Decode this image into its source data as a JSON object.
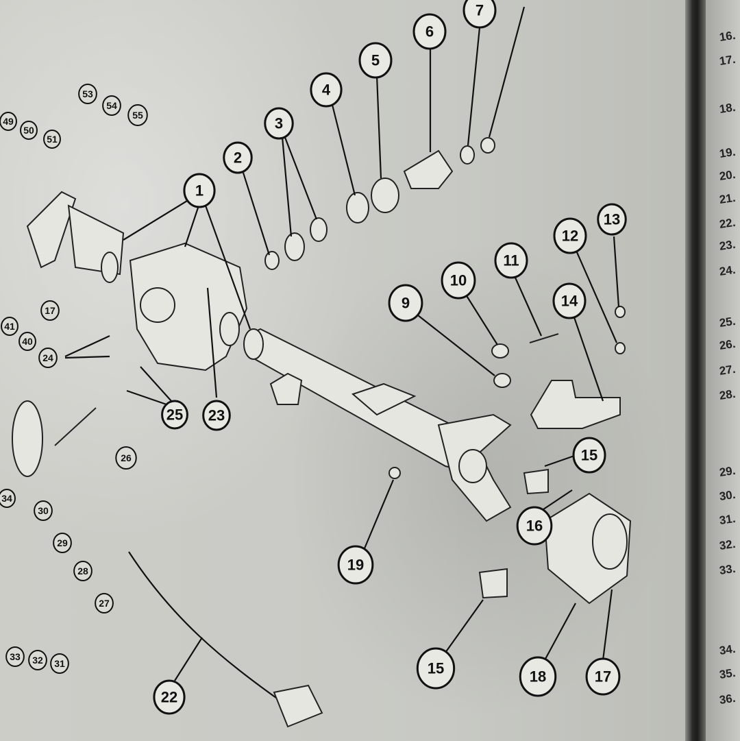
{
  "figure": {
    "callouts": [
      "1",
      "2",
      "3",
      "4",
      "5",
      "6",
      "7",
      "9",
      "10",
      "11",
      "12",
      "13",
      "14",
      "15",
      "16",
      "19",
      "15",
      "18",
      "17",
      "22",
      "23",
      "25",
      "26",
      "30",
      "29",
      "28",
      "27",
      "24",
      "17",
      "53",
      "54",
      "55",
      "49",
      "50",
      "51",
      "41",
      "40",
      "34",
      "33",
      "32",
      "31"
    ]
  },
  "right_page": {
    "item_numbers": [
      "16.",
      "17.",
      "18.",
      "19.",
      "20.",
      "21.",
      "22.",
      "23.",
      "24.",
      "25.",
      "26.",
      "27.",
      "28.",
      "29.",
      "30.",
      "31.",
      "32.",
      "33.",
      "34.",
      "35.",
      "36."
    ]
  }
}
